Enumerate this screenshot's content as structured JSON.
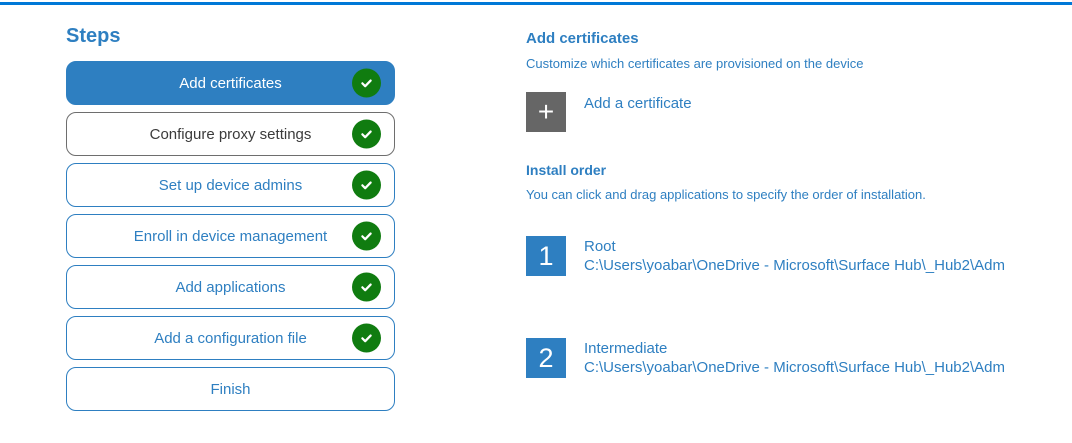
{
  "colors": {
    "top_bar_blue": "#0078d7",
    "accent_blue": "#2e7fc1",
    "check_green": "#107c10",
    "plus_box_gray": "#666666",
    "neutral_border_gray": "#6e6e6e",
    "neutral_text_gray": "#3b3b3b"
  },
  "steps_panel": {
    "title": "Steps",
    "items": [
      {
        "label": "Add certificates",
        "state": "active",
        "checked": true
      },
      {
        "label": "Configure proxy settings",
        "state": "neutral",
        "checked": true
      },
      {
        "label": "Set up device admins",
        "state": "normal",
        "checked": true
      },
      {
        "label": "Enroll in device management",
        "state": "normal",
        "checked": true
      },
      {
        "label": "Add applications",
        "state": "normal",
        "checked": true
      },
      {
        "label": "Add a configuration file",
        "state": "normal",
        "checked": true
      },
      {
        "label": "Finish",
        "state": "normal",
        "checked": false
      }
    ]
  },
  "content": {
    "heading": "Add certificates",
    "subheading": "Customize which certificates are provisioned on the device",
    "plus_glyph": "+",
    "add_button_label": "Add a certificate",
    "install_order": {
      "heading": "Install order",
      "description": "You can click and drag applications to specify the order of installation.",
      "items": [
        {
          "number": "1",
          "name": "Root",
          "path": "C:\\Users\\yoabar\\OneDrive - Microsoft\\Surface Hub\\_Hub2\\Adm"
        },
        {
          "number": "2",
          "name": "Intermediate",
          "path": "C:\\Users\\yoabar\\OneDrive - Microsoft\\Surface Hub\\_Hub2\\Adm"
        }
      ]
    }
  }
}
